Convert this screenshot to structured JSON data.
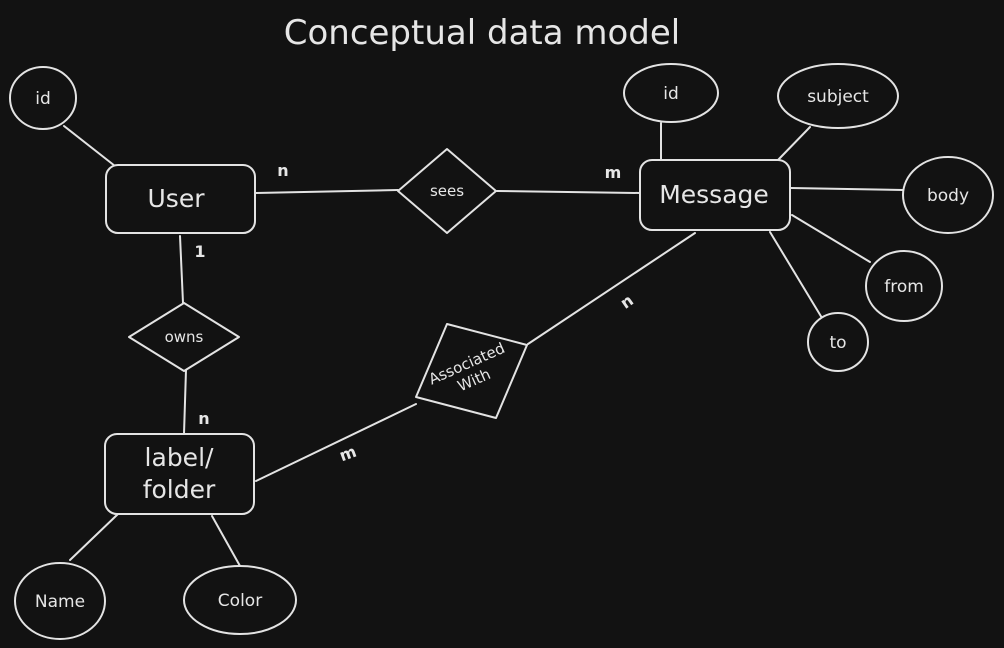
{
  "title": "Conceptual data model",
  "colors": {
    "background": "#121212",
    "ink": "#e3e3e3",
    "cardinality_n": "#3fa34d",
    "cardinality_m": "#4a8fd9",
    "cardinality_1": "#e06c75"
  },
  "entities": {
    "user": "User",
    "message": "Message",
    "label_line1": "label/",
    "label_line2": "folder"
  },
  "relationships": {
    "sees": "sees",
    "owns": "owns",
    "assoc_line1": "Associated",
    "assoc_line2": "With"
  },
  "attributes": {
    "user_id": "id",
    "message_id": "id",
    "subject": "subject",
    "body": "body",
    "from": "from",
    "to": "to",
    "name": "Name",
    "color": "Color"
  },
  "cardinality": {
    "user_sees": "n",
    "message_sees": "m",
    "user_owns": "1",
    "label_owns": "n",
    "message_assoc": "n",
    "label_assoc": "m"
  }
}
